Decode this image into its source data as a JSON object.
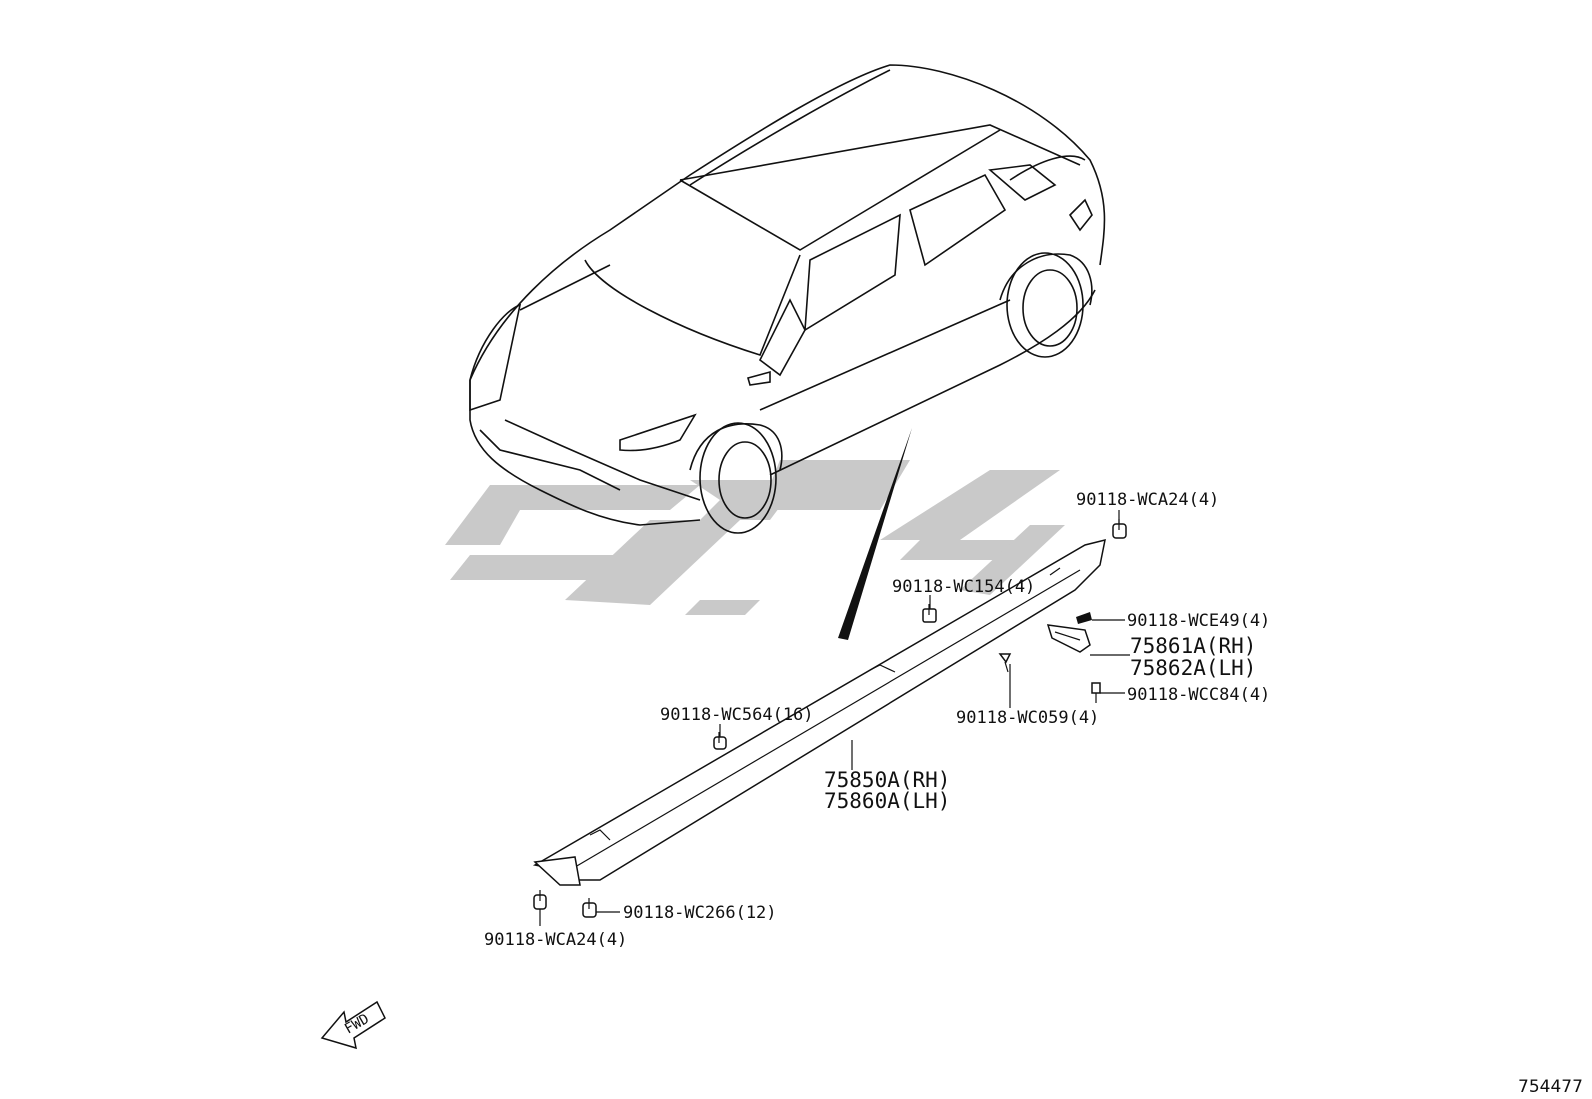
{
  "diagram": {
    "figure_number": "754477",
    "fwd_label": "FWD",
    "callouts": {
      "wca24_top": "90118-WCA24(4)",
      "wc154": "90118-WC154(4)",
      "wce49": "90118-WCE49(4)",
      "bracket_rh": "75861A(RH)",
      "bracket_lh": "75862A(LH)",
      "wcc84": "90118-WCC84(4)",
      "wc059": "90118-WC059(4)",
      "wc564": "90118-WC564(16)",
      "moulding_rh": "75850A(RH)",
      "moulding_lh": "75860A(LH)",
      "wc266": "90118-WC266(12)",
      "wca24_bottom": "90118-WCA24(4)"
    },
    "watermark_color": "#c9c9c9",
    "line_color": "#111111"
  }
}
